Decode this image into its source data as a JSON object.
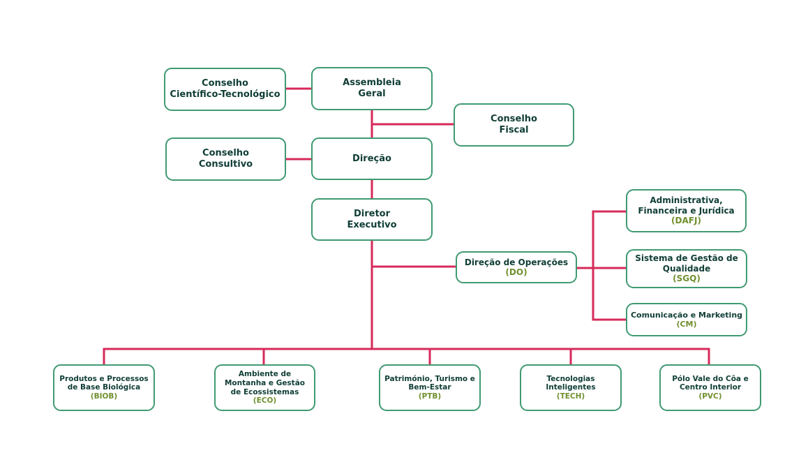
{
  "colors": {
    "border": "#3f9a72",
    "connector": "#d62a5a",
    "text": "#0f3d35",
    "code": "#6f8f2e"
  },
  "nodes": {
    "conselho_cientifico": {
      "line1": "Conselho",
      "line2": "Científico-Tecnológico"
    },
    "assembleia_geral": {
      "line1": "Assembleia",
      "line2": "Geral"
    },
    "conselho_fiscal": {
      "line1": "Conselho",
      "line2": "Fiscal"
    },
    "conselho_consultivo": {
      "line1": "Conselho",
      "line2": "Consultivo"
    },
    "direcao": {
      "line1": "Direção"
    },
    "diretor_executivo": {
      "line1": "Diretor",
      "line2": "Executivo"
    },
    "direcao_operacoes": {
      "line1": "Direção de Operações",
      "code": "(DO)"
    },
    "dafj": {
      "line1": "Administrativa,",
      "line2": "Financeira e Jurídica",
      "code": "(DAFJ)"
    },
    "sgq": {
      "line1": "Sistema de Gestão de",
      "line2": "Qualidade",
      "code": "(SGQ)"
    },
    "cm": {
      "line1": "Comunicação e Marketing",
      "code": "(CM)"
    },
    "biob": {
      "line1": "Produtos  e Processos",
      "line2": "de Base Biológica",
      "code": "(BIOB)"
    },
    "eco": {
      "line1": "Ambiente de",
      "line2": "Montanha e Gestão",
      "line3": "de Ecossistemas",
      "code": "(ECO)"
    },
    "ptb": {
      "line1": "Património, Turismo e",
      "line2": "Bem-Estar",
      "code": "(PTB)"
    },
    "tech": {
      "line1": "Tecnologias",
      "line2": "Inteligentes",
      "code": "(TECH)"
    },
    "pvc": {
      "line1": "Pólo Vale do Côa e",
      "line2": "Centro Interior",
      "code": "(PVC)"
    }
  }
}
